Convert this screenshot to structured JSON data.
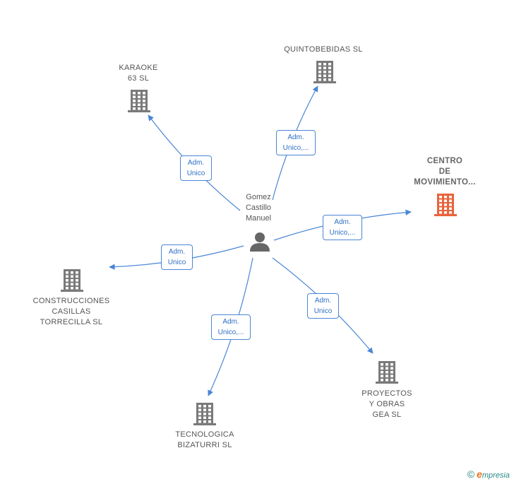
{
  "center": {
    "name": "Gomez\nCastillo\nManuel",
    "icon": "person-icon"
  },
  "companies": [
    {
      "id": "karaoke",
      "name": "KARAOKE\n63  SL",
      "edge_label": "Adm.\nUnico",
      "highlight": false
    },
    {
      "id": "quintobebidas",
      "name": "QUINTOBEBIDAS SL",
      "edge_label": "Adm.\nUnico,...",
      "highlight": false
    },
    {
      "id": "centro",
      "name": "CENTRO\nDE\nMOVIMIENTO...",
      "edge_label": "Adm.\nUnico,...",
      "highlight": true
    },
    {
      "id": "construcciones",
      "name": "CONSTRUCCIONES\nCASILLAS\nTORRECILLA SL",
      "edge_label": "Adm.\nUnico",
      "highlight": false
    },
    {
      "id": "proyectos",
      "name": "PROYECTOS\nY OBRAS\nGEA SL",
      "edge_label": "Adm.\nUnico",
      "highlight": false
    },
    {
      "id": "tecnologica",
      "name": "TECNOLOGICA\nBIZATURRI  SL",
      "edge_label": "Adm.\nUnico,...",
      "highlight": false
    }
  ],
  "colors": {
    "edge": "#4a86d6",
    "building": "#7a7a7a",
    "building_highlight": "#e8643c",
    "person": "#666666"
  },
  "brand": {
    "symbol": "©",
    "initial": "e",
    "rest": "mpresia"
  }
}
